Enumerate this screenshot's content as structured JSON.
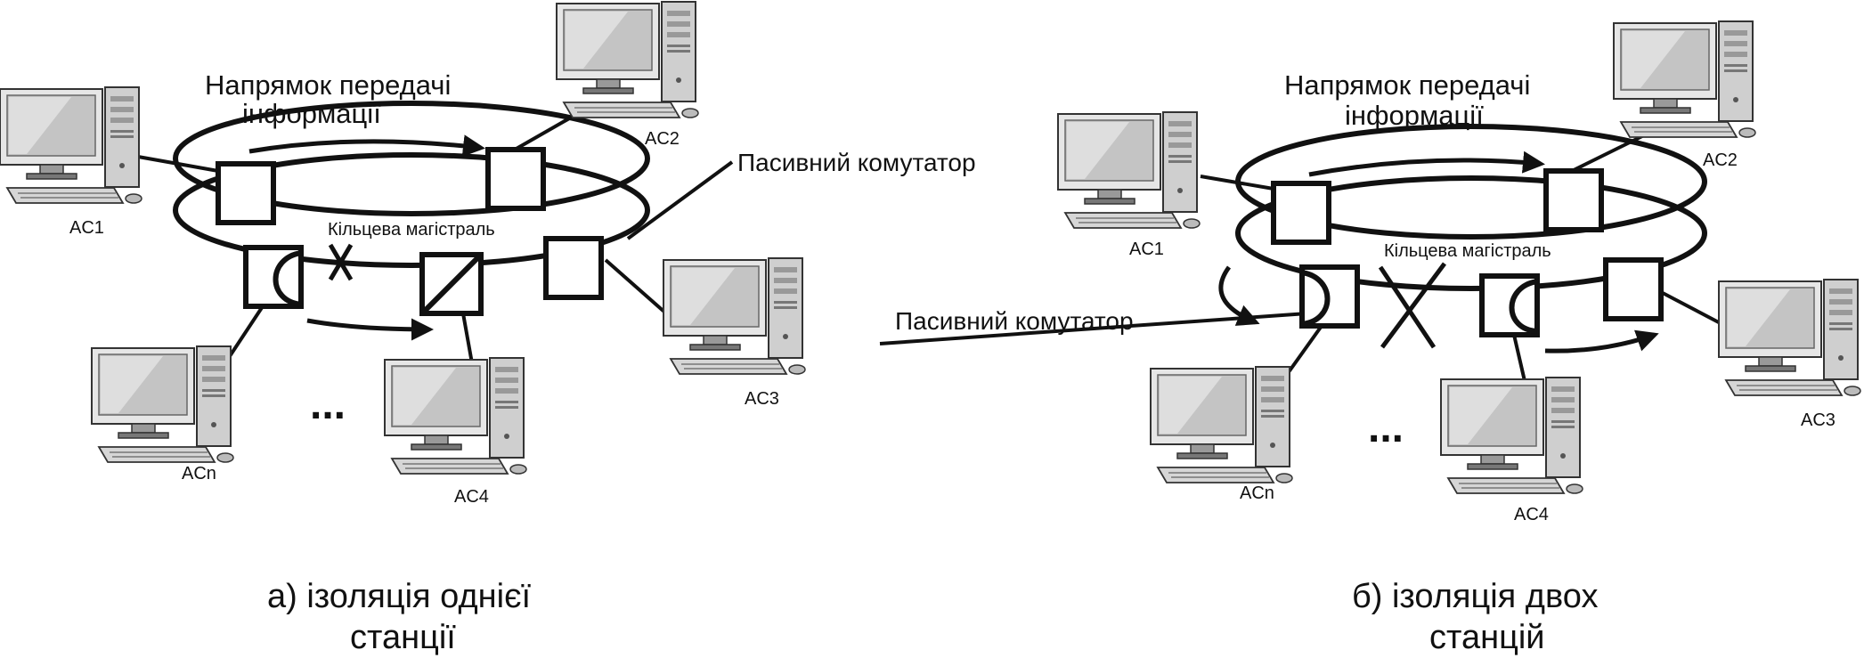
{
  "panel_a": {
    "direction_label_line1": "Напрямок передачі",
    "direction_label_line2": "інформації",
    "ring_label": "Кільцева магістраль",
    "switch_label": "Пасивний комутатор",
    "stations": {
      "ac1": "AC1",
      "ac2": "AC2",
      "ac3": "AC3",
      "ac4": "AC4",
      "acn": "ACn"
    },
    "ellipsis": "...",
    "caption_line1": "а) ізоляція однієї",
    "caption_line2": "станції"
  },
  "panel_b": {
    "direction_label_line1": "Напрямок передачі",
    "direction_label_line2": "інформації",
    "ring_label": "Кільцева магістраль",
    "switch_label": "Пасивний комутатор",
    "stations": {
      "ac1": "AC1",
      "ac2": "AC2",
      "ac3": "AC3",
      "ac4": "AC4",
      "acn": "ACn"
    },
    "ellipsis": "...",
    "caption_line1": "б) ізоляція двох",
    "caption_line2": "станцій"
  },
  "colors": {
    "ink": "#111111",
    "screen": "#d9d9d9",
    "case": "#bdbdbd"
  },
  "icons": [
    "computer-icon",
    "ring-backbone",
    "passive-switch",
    "direction-arrow",
    "break-mark"
  ]
}
